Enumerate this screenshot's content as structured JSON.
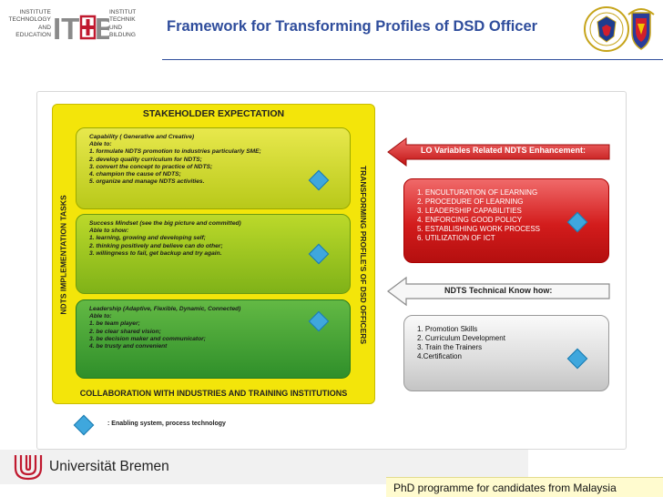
{
  "header": {
    "itb_left_lines": [
      "INSTITUTE",
      "TECHNOLOGY",
      "AND",
      "EDUCATION"
    ],
    "itb_right_lines": [
      "INSTITUT",
      "TECHNIK",
      "UND",
      "BILDUNG"
    ],
    "itb_mark": "IT+B",
    "title": "Framework for Transforming Profiles of DSD Officer"
  },
  "diagram": {
    "top_bar": "STAKEHOLDER EXPECTATION",
    "bottom_bar": "COLLABORATION WITH INDUSTRIES AND TRAINING INSTITUTIONS",
    "left_vertical": "NDTS IMPLEMENTATION TASKS",
    "right_vertical": "TRANSFORMING PROFILE'S OF DSD OFFICERS",
    "panels": [
      {
        "title": "Capability ( Generative and Creative)",
        "subtitle": "Able to:",
        "lines": [
          "1. formulate NDTS promotion to industries particularly SME;",
          "2. develop quality curriculum for NDTS;",
          "3. convert the concept to practice of NDTS;",
          "4. champion the cause of NDTS;",
          "5. organize  and manage NDTS activities."
        ]
      },
      {
        "title": "Success Mindset (see the big picture and committed)",
        "subtitle": "Able to show:",
        "lines": [
          "1. learning, growing and developing self;",
          "2. thinking positively and believe can do other;",
          "3. willingness to fail, get backup and try again."
        ]
      },
      {
        "title": "Leadership (Adaptive, Flexible, Dynamic, Connected)",
        "subtitle": "Able to:",
        "lines": [
          "1. be team player;",
          "2. be clear shared vision;",
          "3. be decision maker and communicator;",
          "4. be trusty and convenient"
        ]
      }
    ],
    "red_arrow_label": "LO Variables Related NDTS Enhancement:",
    "red_box_items": [
      "1. ENCULTURATION OF LEARNING",
      "2. PROCEDURE OF LEARNING",
      "3. LEADERSHIP CAPABILITIES",
      "4. ENFORCING GOOD POLICY",
      "5. ESTABLISHING WORK PROCESS",
      "6. UTILIZATION OF ICT"
    ],
    "white_arrow_label": "NDTS Technical Know how:",
    "grey_box_items": [
      "1. Promotion Skills",
      "2. Curriculum Development",
      "3. Train the Trainers",
      "4.Certification"
    ],
    "legend": ": Enabling system, process technology",
    "colors": {
      "frame_yellow": "#f3e50a",
      "diamond_blue": "#3fa7dd",
      "red_box": "#d31c1c",
      "title_blue": "#2f4d9c"
    }
  },
  "footer": {
    "university": "Universität Bremen",
    "program": "PhD programme for candidates from Malaysia"
  }
}
